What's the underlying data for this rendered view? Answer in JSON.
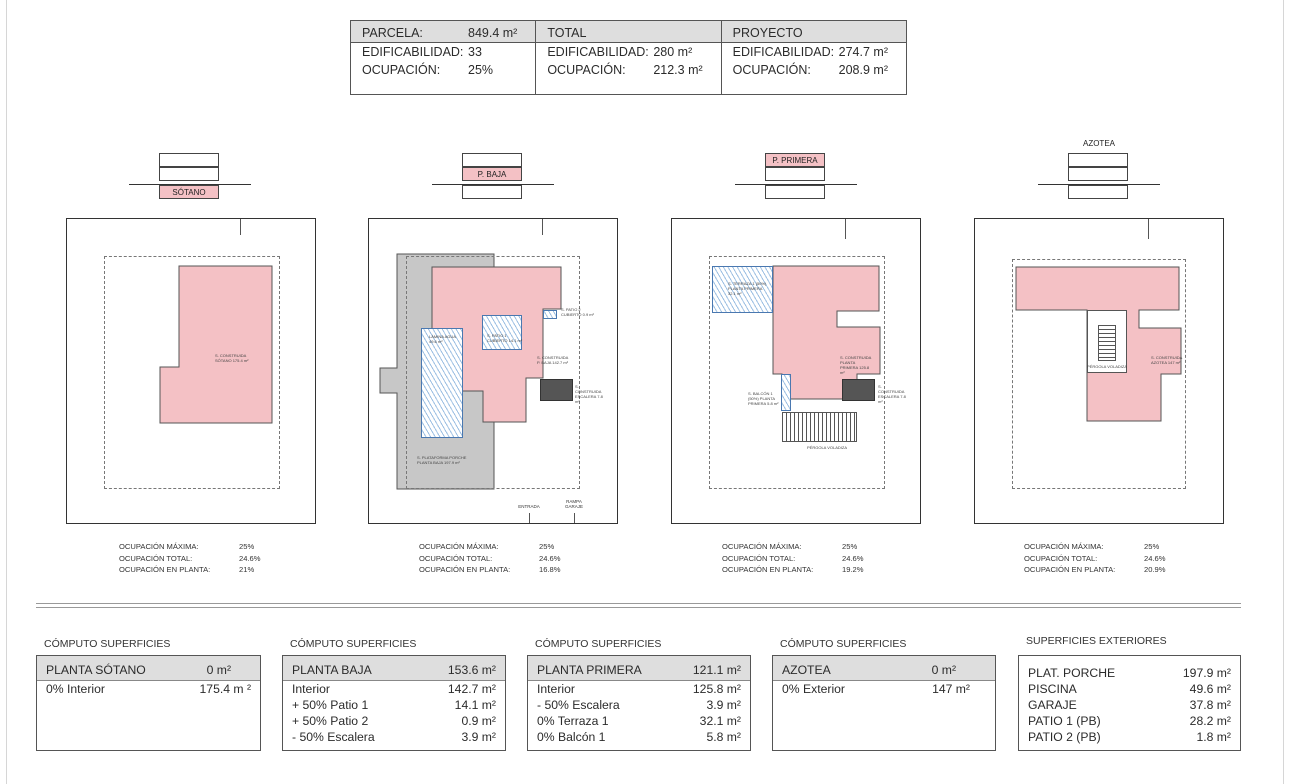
{
  "summary": {
    "columns": [
      {
        "title": "PARCELA:",
        "title_value": "849.4 m²",
        "rows": [
          {
            "label": "EDIFICABILIDAD:",
            "value": "33"
          },
          {
            "label": "OCUPACIÓN:",
            "value": "25%"
          }
        ]
      },
      {
        "title": "TOTAL",
        "title_value": "",
        "rows": [
          {
            "label": "EDIFICABILIDAD:",
            "value": "280 m²"
          },
          {
            "label": "OCUPACIÓN:",
            "value": "212.3 m²"
          }
        ]
      },
      {
        "title": "PROYECTO",
        "title_value": "",
        "rows": [
          {
            "label": "EDIFICABILIDAD:",
            "value": "274.7 m²"
          },
          {
            "label": "OCUPACIÓN:",
            "value": "208.9 m²"
          }
        ]
      }
    ]
  },
  "levels": [
    {
      "label": "SÓTANO"
    },
    {
      "label": "P. BAJA"
    },
    {
      "label": "P. PRIMERA"
    },
    {
      "label": "AZOTEA"
    }
  ],
  "plans": {
    "plan1": {
      "label": "S. CONSTRUIDA SÓTANO 175.4 m²"
    },
    "plan2": {
      "l1": "S. PATIO 2 CUBIERTO 0.9 m²",
      "l2": "LÁMINA AGUA 49.6 m²",
      "l3": "S. PATIO 1 CUBIERTO 14.1 m²",
      "l4": "S. CONSTRUIDA P. BAJA 142.7 m²",
      "l5": "S. CONSTRUIDA ESCALERA 7.8 m²",
      "l6": "S. PLATAFORMA PORCHE PLANTA BAJA 197.9 m²",
      "entrada": "ENTRADA",
      "rampa": "RAMPA GARAJE"
    },
    "plan3": {
      "l1": "S. TERRAZA 1 (50%) PLANTA PRIMERA 32.1 m²",
      "l2": "S. CONSTRUIDA PLANTA PRIMERA 125.8 m²",
      "l3": "S. BALCÓN 1 (50%) PLANTA PRIMERA 5.8 m²",
      "l4": "S. CONSTRUIDA ESCALERA 7.8 m²",
      "l5": "PÉRGOLA VOLADIZA"
    },
    "plan4": {
      "l1": "PÉRGOLA VOLADIZA",
      "l2": "S. CONSTRUIDA AZOTEA 147 m²"
    }
  },
  "occupation": [
    {
      "max": "25%",
      "total": "24.6%",
      "planta": "21%"
    },
    {
      "max": "25%",
      "total": "24.6%",
      "planta": "16.8%"
    },
    {
      "max": "25%",
      "total": "24.6%",
      "planta": "19.2%"
    },
    {
      "max": "25%",
      "total": "24.6%",
      "planta": "20.9%"
    }
  ],
  "occupation_labels": {
    "max": "OCUPACIÓN MÁXIMA:",
    "total": "OCUPACIÓN TOTAL:",
    "planta": "OCUPACIÓN EN PLANTA:"
  },
  "computo": [
    {
      "title": "CÓMPUTO SUPERFICIES",
      "head_label": "PLANTA SÓTANO",
      "head_value": "0 m²",
      "rows": [
        {
          "label": "0% Interior",
          "value": "175.4 m ²"
        }
      ]
    },
    {
      "title": "CÓMPUTO SUPERFICIES",
      "head_label": "PLANTA BAJA",
      "head_value": "153.6 m²",
      "rows": [
        {
          "label": "Interior",
          "value": "142.7 m²"
        },
        {
          "label": "+ 50% Patio 1",
          "value": "14.1 m²"
        },
        {
          "label": "+ 50% Patio 2",
          "value": "0.9 m²"
        },
        {
          "label": "- 50% Escalera",
          "value": "3.9 m²"
        }
      ]
    },
    {
      "title": "CÓMPUTO SUPERFICIES",
      "head_label": "PLANTA PRIMERA",
      "head_value": "121.1 m²",
      "rows": [
        {
          "label": "Interior",
          "value": "125.8 m²"
        },
        {
          "label": "- 50% Escalera",
          "value": "3.9 m²"
        },
        {
          "label": "0% Terraza 1",
          "value": "32.1 m²"
        },
        {
          "label": "0% Balcón 1",
          "value": "5.8 m²"
        }
      ]
    },
    {
      "title": "CÓMPUTO SUPERFICIES",
      "head_label": "AZOTEA",
      "head_value": "0 m²",
      "rows": [
        {
          "label": "0% Exterior",
          "value": "147 m²"
        }
      ]
    }
  ],
  "exteriores": {
    "title": "SUPERFICIES EXTERIORES",
    "rows": [
      {
        "label": "PLAT. PORCHE",
        "value": "197.9 m²"
      },
      {
        "label": "PISCINA",
        "value": "49.6 m²"
      },
      {
        "label": "GARAJE",
        "value": "37.8 m²"
      },
      {
        "label": "PATIO 1 (PB)",
        "value": "28.2 m²"
      },
      {
        "label": "PATIO 2 (PB)",
        "value": "1.8 m²"
      }
    ]
  }
}
